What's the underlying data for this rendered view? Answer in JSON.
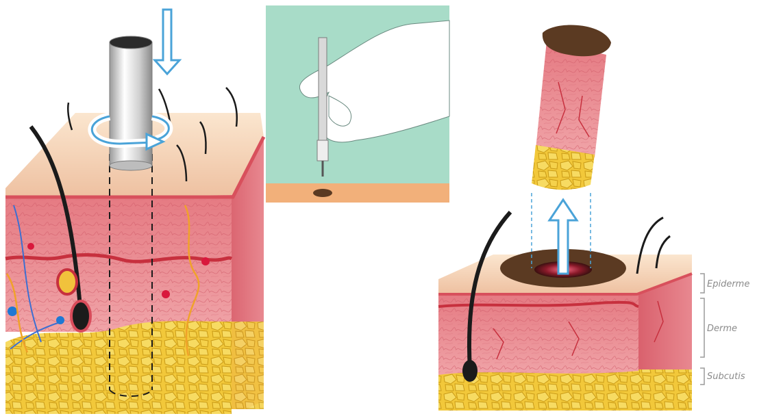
{
  "labels": {
    "epidermis": "Epiderme",
    "dermis": "Derme",
    "subcutis": "Subcutis"
  },
  "icons": {
    "press_arrow": "down-arrow-icon",
    "rotation_arrow": "rotate-arrow-icon",
    "extract_arrow": "up-arrow-icon"
  },
  "colors": {
    "arrow_stroke": "#4aa3d8",
    "inset_background": "#a8dcc8",
    "skin_surface": "#f3d0b0",
    "dermis": "#e98a92",
    "fat": "#f2c83a",
    "wound": "#5b3a22"
  }
}
